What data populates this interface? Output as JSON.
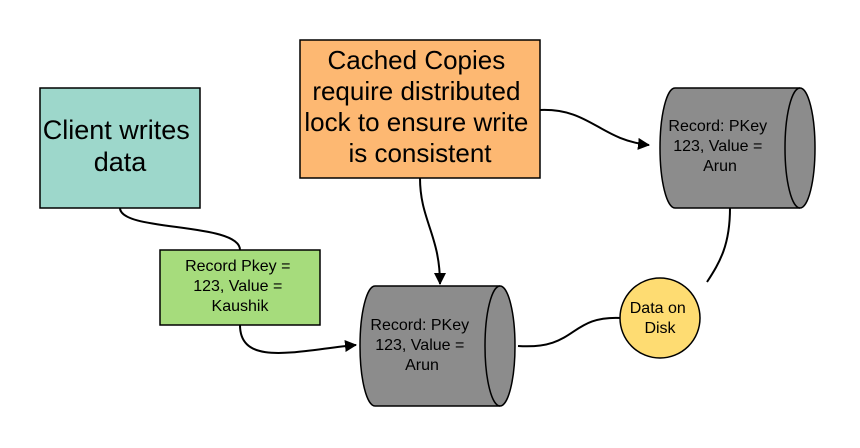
{
  "nodes": {
    "client": {
      "lines": [
        "Client writes",
        "data"
      ],
      "color": "#9dd7cb"
    },
    "cached": {
      "lines": [
        "Cached Copies",
        "require distributed",
        "lock to ensure write",
        "is consistent"
      ],
      "color": "#fdb872"
    },
    "record_kaushik": {
      "lines": [
        "Record Pkey =",
        "123, Value =",
        "Kaushik"
      ],
      "color": "#a6dc7c"
    },
    "db_top": {
      "lines": [
        "Record: PKey",
        "123, Value =",
        "Arun"
      ],
      "color": "#8c8c8c"
    },
    "db_bottom": {
      "lines": [
        "Record: PKey",
        "123, Value =",
        "Arun"
      ],
      "color": "#8c8c8c"
    },
    "disk": {
      "lines": [
        "Data on",
        "Disk"
      ],
      "color": "#fedc72"
    }
  }
}
